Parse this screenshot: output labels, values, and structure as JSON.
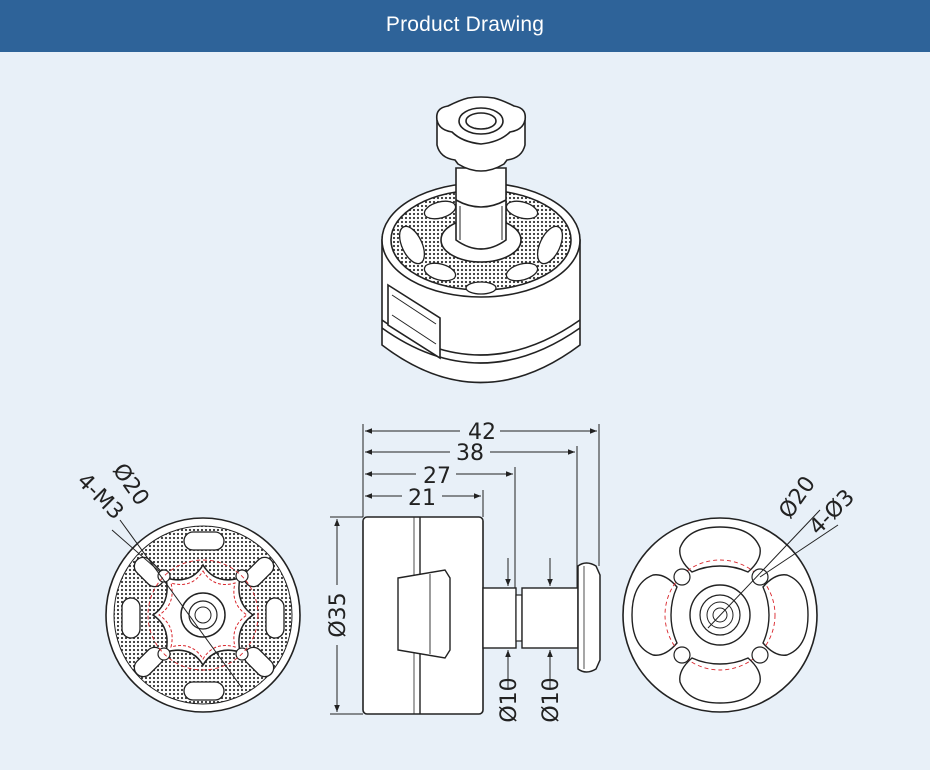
{
  "header": {
    "title": "Product Drawing"
  },
  "dimensions": {
    "d42": "42",
    "d38": "38",
    "d27": "27",
    "d21": "21",
    "d35": "Ø35",
    "d10a": "Ø10",
    "d10b": "Ø10",
    "left_d20": "Ø20",
    "left_m3": "4-M3",
    "right_d20": "Ø20",
    "right_d3": "4-Ø3"
  },
  "colors": {
    "header": "#2e6399",
    "background": "#e8f0f8",
    "line": "#222222",
    "accent": "#d9262c"
  }
}
